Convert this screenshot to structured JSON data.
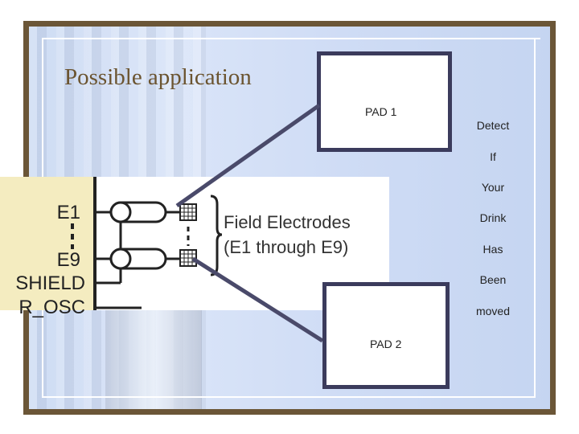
{
  "slide": {
    "title": "Possible application",
    "pad1_label": "PAD 1",
    "pad2_label": "PAD 2",
    "side_words": [
      "Detect",
      "If",
      "Your",
      "Drink",
      "Has",
      "Been",
      "moved"
    ]
  },
  "circuit": {
    "label_e1": "E1",
    "label_e9": "E9",
    "label_shield": "SHIELD",
    "label_rosc": "R_OSC",
    "field_line1": "Field Electrodes",
    "field_line2": "(E1 through E9)"
  },
  "colors": {
    "frame": "#6b5637",
    "title": "#6b5430",
    "pad_border": "#3b3b5c",
    "connector": "#4a4a6a",
    "circuit_label_bg": "#f4ecc0"
  }
}
